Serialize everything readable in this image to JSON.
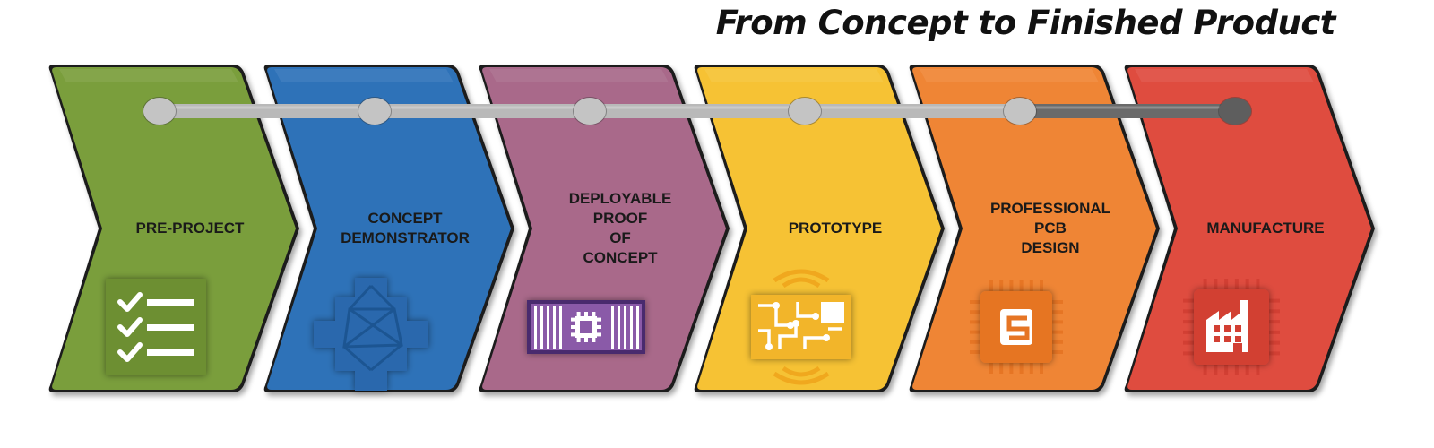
{
  "title": "From Concept to Finished Product",
  "stages": [
    {
      "label_lines": [
        "PRE-PROJECT"
      ],
      "color": "#7a9e3c",
      "icon": "checklist-icon"
    },
    {
      "label_lines": [
        "CONCEPT",
        "DEMONSTRATOR"
      ],
      "color": "#2e72b8",
      "icon": "network-block-icon"
    },
    {
      "label_lines": [
        "DEPLOYABLE",
        "PROOF",
        "OF",
        "CONCEPT"
      ],
      "color": "#a9698a",
      "icon": "circuit-board-chip-icon"
    },
    {
      "label_lines": [
        "PROTOTYPE"
      ],
      "color": "#f6c234",
      "icon": "wireless-pcb-icon"
    },
    {
      "label_lines": [
        "PROFESSIONAL",
        "PCB",
        "DESIGN"
      ],
      "color": "#ef8535",
      "icon": "pcb-chip-icon"
    },
    {
      "label_lines": [
        "MANUFACTURE"
      ],
      "color": "#df4c3f",
      "icon": "factory-chip-icon"
    }
  ],
  "timeline": {
    "line_color": "#b9b9b9",
    "node_color": "#c4c4c4",
    "end_node_color": "#5e5e5e",
    "end_line_color": "#6a6a6a"
  }
}
